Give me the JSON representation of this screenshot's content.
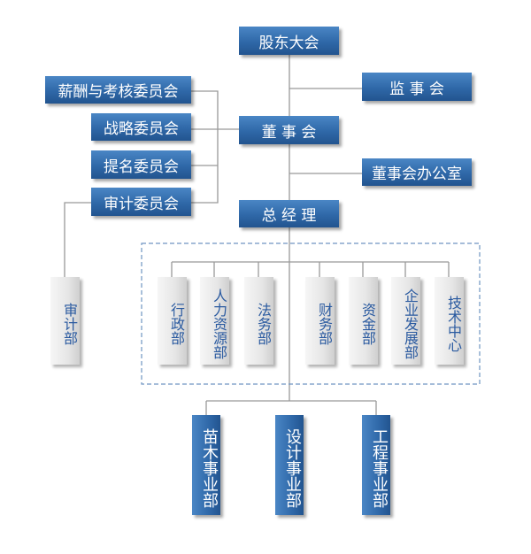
{
  "top": {
    "shareholders": "股东大会",
    "supervisors": "监 事 会",
    "board": "董 事 会",
    "board_office": "董事会办公室",
    "general_manager": "总 经 理"
  },
  "committees": [
    "薪酬与考核委员会",
    "战略委员会",
    "提名委员会",
    "审计委员会"
  ],
  "audit_dept": "审计部",
  "functional_depts": [
    "行政部",
    "人力资源部",
    "法务部",
    "财务部",
    "资金部",
    "企业发展部",
    "技术中心"
  ],
  "business_units": [
    "苗木事业部",
    "设计事业部",
    "工程事业部"
  ]
}
